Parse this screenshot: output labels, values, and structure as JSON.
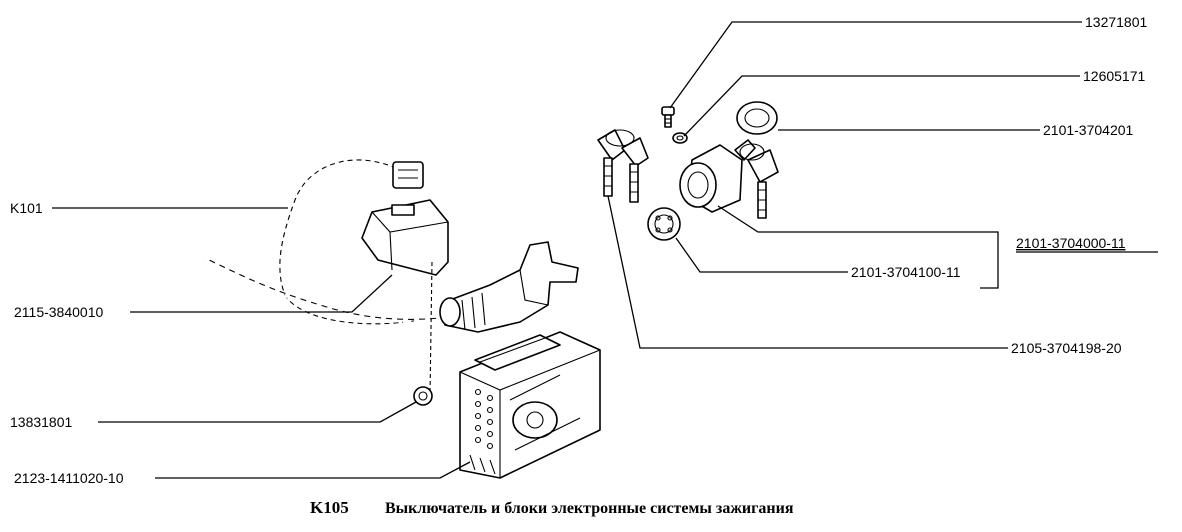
{
  "labels": {
    "k101": "K101",
    "part_2115_3840010": "2115-3840010",
    "part_13831801": "13831801",
    "part_2123_1411020_10": "2123-1411020-10",
    "part_13271801": "13271801",
    "part_12605171": "12605171",
    "part_2101_3704201": "2101-3704201",
    "part_2101_3704000_11": "2101-3704000-11",
    "part_2101_3704100_11": "2101-3704100-11",
    "part_2105_3704198_20": "2105-3704198-20"
  },
  "caption": {
    "code": "K105",
    "title": "Выключатель и блоки электронные системы зажигания"
  }
}
